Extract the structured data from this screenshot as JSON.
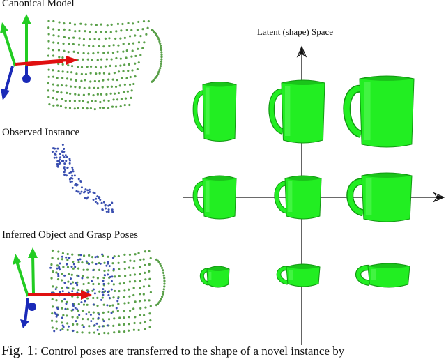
{
  "labels": {
    "canonical": "Canonical Model",
    "observed": "Observed Instance",
    "inferred": "Inferred Object and Grasp Poses",
    "latent": "Latent (shape) Space"
  },
  "caption": {
    "prefix": "Fig. 1:",
    "text": "Control poses are transferred to the shape of a novel instance by"
  },
  "colors": {
    "mug_green": "#22ee22",
    "mug_dark": "#119911",
    "point_green": "#5aa04a",
    "point_blue": "#3a4fb0",
    "axis_red": "#e01010",
    "axis_green": "#22cc22",
    "axis_blue": "#1a2ab8"
  },
  "icons": [
    "triad-axes-icon",
    "mug-icon",
    "arrow-icon"
  ]
}
